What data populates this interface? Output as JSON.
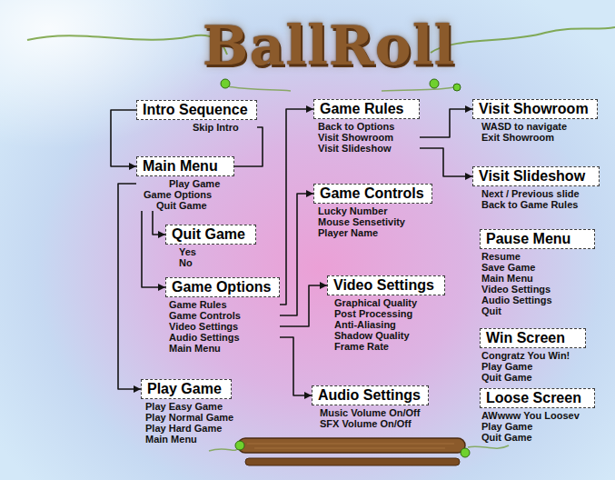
{
  "diagram": {
    "title": "BallRoll",
    "nodes": [
      {
        "text": [
          "Intro Sequence",
          "Skip Intro"
        ]
      },
      {
        "text": [
          "Main Menu",
          "Play Game",
          "Game Options",
          "Quit Game"
        ]
      },
      {
        "text": [
          "Quit Game",
          "Yes",
          "No"
        ]
      },
      {
        "text": [
          "Game Options",
          "Game Rules",
          "Game Controls",
          "Video Settings",
          "Audio Settings",
          "Main Menu"
        ]
      },
      {
        "text": [
          "Play Game",
          "Play Easy Game",
          "Play Normal Game",
          "Play Hard Game",
          "Main Menu"
        ]
      },
      {
        "text": [
          "Game Rules",
          "Back to Options",
          "Visit Showroom",
          "Visit Slideshow"
        ]
      },
      {
        "text": [
          "Game Controls",
          "Lucky Number",
          "Mouse Sensetivity",
          "Player Name"
        ]
      },
      {
        "text": [
          "Video Settings",
          "Graphical Quality",
          "Post Processing",
          "Anti-Aliasing",
          "Shadow Quality",
          "Frame Rate"
        ]
      },
      {
        "text": [
          "Audio Settings",
          "Music Volume On/Off",
          "SFX Volume On/Off"
        ]
      },
      {
        "text": [
          "Visit Showroom",
          "WASD to navigate",
          "Exit Showroom"
        ]
      },
      {
        "text": [
          "Visit Slideshow",
          "Next / Previous slide",
          "Back to Game Rules"
        ]
      },
      {
        "text": [
          "Pause Menu",
          "Resume",
          "Save Game",
          "Main Menu",
          "Video Settings",
          "Audio Settings",
          "Quit"
        ]
      },
      {
        "text": [
          "Win Screen",
          "Congratz You Win!",
          "Play Game",
          "Quit Game"
        ]
      },
      {
        "text": [
          "Loose Screen",
          "AWwww You Loosev",
          "Play Game",
          "Quit Game"
        ]
      }
    ],
    "edges": [
      {
        "from": 0,
        "to": 1,
        "arrow": "to"
      },
      {
        "from": 0,
        "to": 1,
        "arrow": "none"
      },
      {
        "from": 1,
        "to": 4,
        "arrow": "to"
      },
      {
        "from": 1,
        "to": 3,
        "arrow": "to"
      },
      {
        "from": 1,
        "to": 2,
        "arrow": "to"
      },
      {
        "from": 3,
        "to": 5,
        "arrow": "to"
      },
      {
        "from": 3,
        "to": 6,
        "arrow": "to"
      },
      {
        "from": 3,
        "to": 7,
        "arrow": "to"
      },
      {
        "from": 3,
        "to": 8,
        "arrow": "to"
      },
      {
        "from": 5,
        "to": 9,
        "arrow": "to"
      },
      {
        "from": 5,
        "to": 10,
        "arrow": "to"
      }
    ]
  }
}
